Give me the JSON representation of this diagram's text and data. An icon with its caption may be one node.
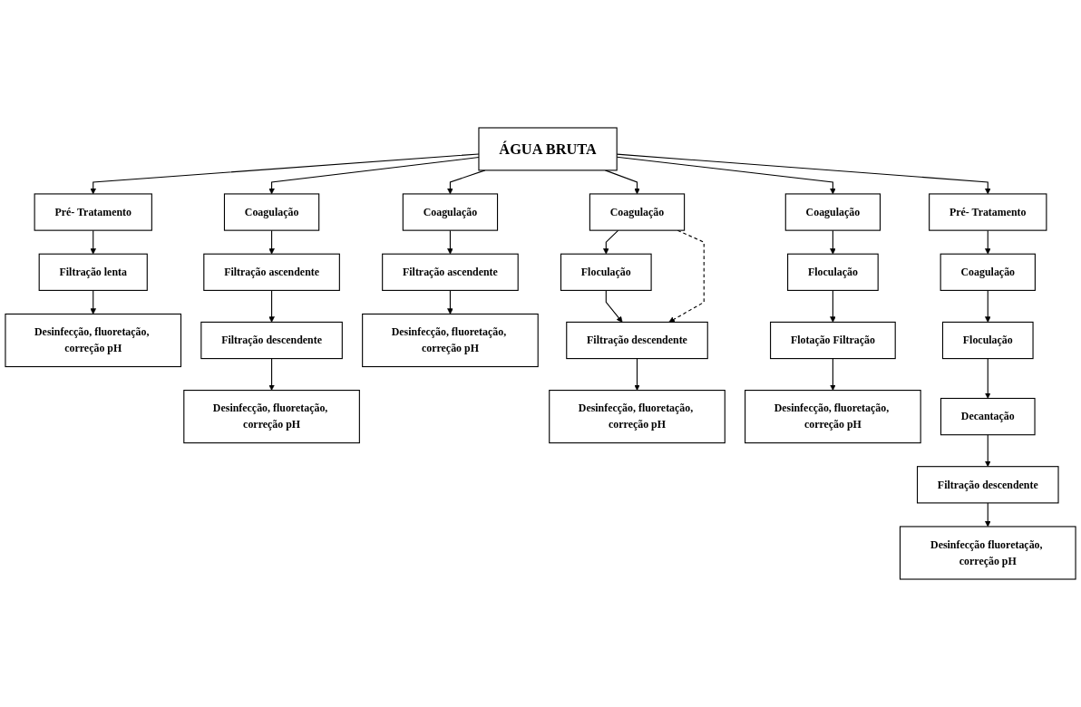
{
  "diagram": {
    "nodes": [
      {
        "text": [
          "ÁGUA BRUTA"
        ]
      },
      {
        "text": [
          "Pré- Tratamento"
        ]
      },
      {
        "text": [
          "Filtração lenta"
        ]
      },
      {
        "text": [
          "Desinfecção, fluoretação, correção pH"
        ]
      },
      {
        "text": [
          "Coagulação"
        ]
      },
      {
        "text": [
          "Filtração ascendente"
        ]
      },
      {
        "text": [
          "Filtração descendente"
        ]
      },
      {
        "text": [
          "Desinfecção, fluoretação, correção pH"
        ]
      },
      {
        "text": [
          "Coagulação"
        ]
      },
      {
        "text": [
          "Filtração ascendente"
        ]
      },
      {
        "text": [
          "Desinfecção, fluoretação, correção pH"
        ]
      },
      {
        "text": [
          "Coagulação"
        ]
      },
      {
        "text": [
          "Floculação"
        ]
      },
      {
        "text": [
          "Filtração descendente"
        ]
      },
      {
        "text": [
          "Desinfecção, fluoretação, correção pH"
        ]
      },
      {
        "text": [
          "Coagulação"
        ]
      },
      {
        "text": [
          "Floculação"
        ]
      },
      {
        "text": [
          "Flotação Filtração"
        ]
      },
      {
        "text": [
          "Desinfecção, fluoretação, correção pH"
        ]
      },
      {
        "text": [
          "Pré- Tratamento"
        ]
      },
      {
        "text": [
          "Coagulação"
        ]
      },
      {
        "text": [
          "Floculação"
        ]
      },
      {
        "text": [
          "Decantação"
        ]
      },
      {
        "text": [
          "Filtração descendente"
        ]
      },
      {
        "text": [
          "Desinfecção fluoretação, correção pH"
        ]
      }
    ],
    "edges": [
      {
        "from": 0,
        "to": 1,
        "arrow": "to"
      },
      {
        "from": 1,
        "to": 2,
        "arrow": "to"
      },
      {
        "from": 2,
        "to": 3,
        "arrow": "to"
      },
      {
        "from": 0,
        "to": 4,
        "arrow": "to"
      },
      {
        "from": 4,
        "to": 5,
        "arrow": "to"
      },
      {
        "from": 5,
        "to": 6,
        "arrow": "to"
      },
      {
        "from": 6,
        "to": 7,
        "arrow": "to"
      },
      {
        "from": 0,
        "to": 8,
        "arrow": "to"
      },
      {
        "from": 8,
        "to": 9,
        "arrow": "to"
      },
      {
        "from": 9,
        "to": 10,
        "arrow": "to"
      },
      {
        "from": 0,
        "to": 11,
        "arrow": "to"
      },
      {
        "from": 11,
        "to": 12,
        "arrow": "to"
      },
      {
        "from": 12,
        "to": 13,
        "arrow": "to"
      },
      {
        "from": 11,
        "to": 13,
        "arrow": "to",
        "style": "dashed"
      },
      {
        "from": 13,
        "to": 14,
        "arrow": "to"
      },
      {
        "from": 0,
        "to": 15,
        "arrow": "to"
      },
      {
        "from": 15,
        "to": 16,
        "arrow": "to"
      },
      {
        "from": 16,
        "to": 17,
        "arrow": "to"
      },
      {
        "from": 17,
        "to": 18,
        "arrow": "to"
      },
      {
        "from": 0,
        "to": 19,
        "arrow": "to"
      },
      {
        "from": 19,
        "to": 20,
        "arrow": "to"
      },
      {
        "from": 20,
        "to": 21,
        "arrow": "to"
      },
      {
        "from": 21,
        "to": 22,
        "arrow": "to"
      },
      {
        "from": 22,
        "to": 23,
        "arrow": "to"
      },
      {
        "from": 23,
        "to": 24,
        "arrow": "to"
      }
    ]
  }
}
